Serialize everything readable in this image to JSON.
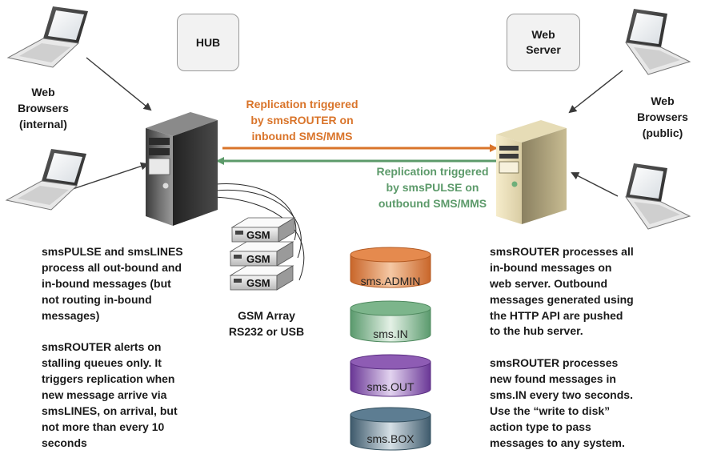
{
  "hub_box": {
    "label": "HUB"
  },
  "web_server_box": {
    "line1": "Web",
    "line2": "Server"
  },
  "browsers_internal": {
    "line1": "Web",
    "line2": "Browsers",
    "line3": "(internal)"
  },
  "browsers_public": {
    "line1": "Web",
    "line2": "Browsers",
    "line3": "(public)"
  },
  "replication_inbound": {
    "line1": "Replication triggered",
    "line2": "by smsROUTER on",
    "line3": "inbound SMS/MMS",
    "color": "#d9742a"
  },
  "replication_outbound": {
    "line1": "Replication triggered",
    "line2": "by smsPULSE on",
    "line3": "outbound SMS/MMS",
    "color": "#5c9a6a"
  },
  "gsm_units": [
    "GSM",
    "GSM",
    "GSM"
  ],
  "gsm_array": {
    "line1": "GSM Array",
    "line2": "RS232 or USB"
  },
  "databases": [
    {
      "name": "sms.ADMIN",
      "color": "#e2884e"
    },
    {
      "name": "sms.IN",
      "color": "#74ad85"
    },
    {
      "name": "sms.OUT",
      "color": "#8e5cb4"
    },
    {
      "name": "sms.BOX",
      "color": "#5d7d92"
    }
  ],
  "hub_notes": {
    "para1": [
      "smsPULSE and smsLINES",
      "process all out-bound and",
      "in-bound messages (but",
      "not routing in-bound",
      "messages)"
    ],
    "para2": [
      "smsROUTER alerts on",
      "stalling queues only.  It",
      "triggers replication when",
      "new message arrive via",
      "smsLINES, on arrival, but",
      "not more than every 10",
      "seconds"
    ]
  },
  "server_notes": {
    "para1": [
      "smsROUTER processes all",
      "in-bound messages on",
      "web server. Outbound",
      "messages generated using",
      "the HTTP API are pushed",
      "to the hub server."
    ],
    "para2": [
      "smsROUTER processes",
      "new found messages in",
      "sms.IN every two seconds.",
      "Use the “write to disk”",
      "action type to pass",
      "messages to any system."
    ]
  }
}
